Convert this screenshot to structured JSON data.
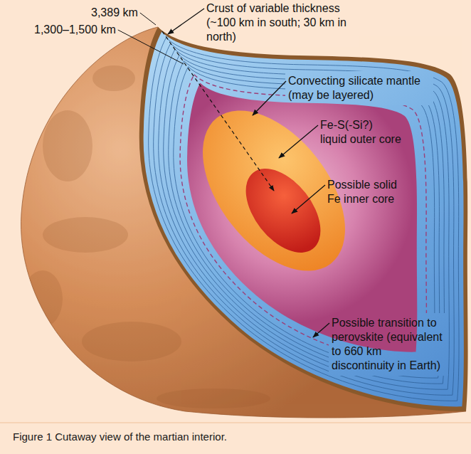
{
  "diagram": {
    "caption": "Figure 1 Cutaway view of the martian interior.",
    "labels": [
      "3,389 km",
      "1,300–1,500 km",
      "Crust of variable thickness (~100 km in south; 30 km in north)",
      "Convecting silicate mantle (may be layered)",
      "Fe-S(-Si?) liquid outer core",
      "Possible solid Fe inner core",
      "Possible transition to perovskite (equivalent to 660 km discontinuity in Earth)"
    ]
  }
}
